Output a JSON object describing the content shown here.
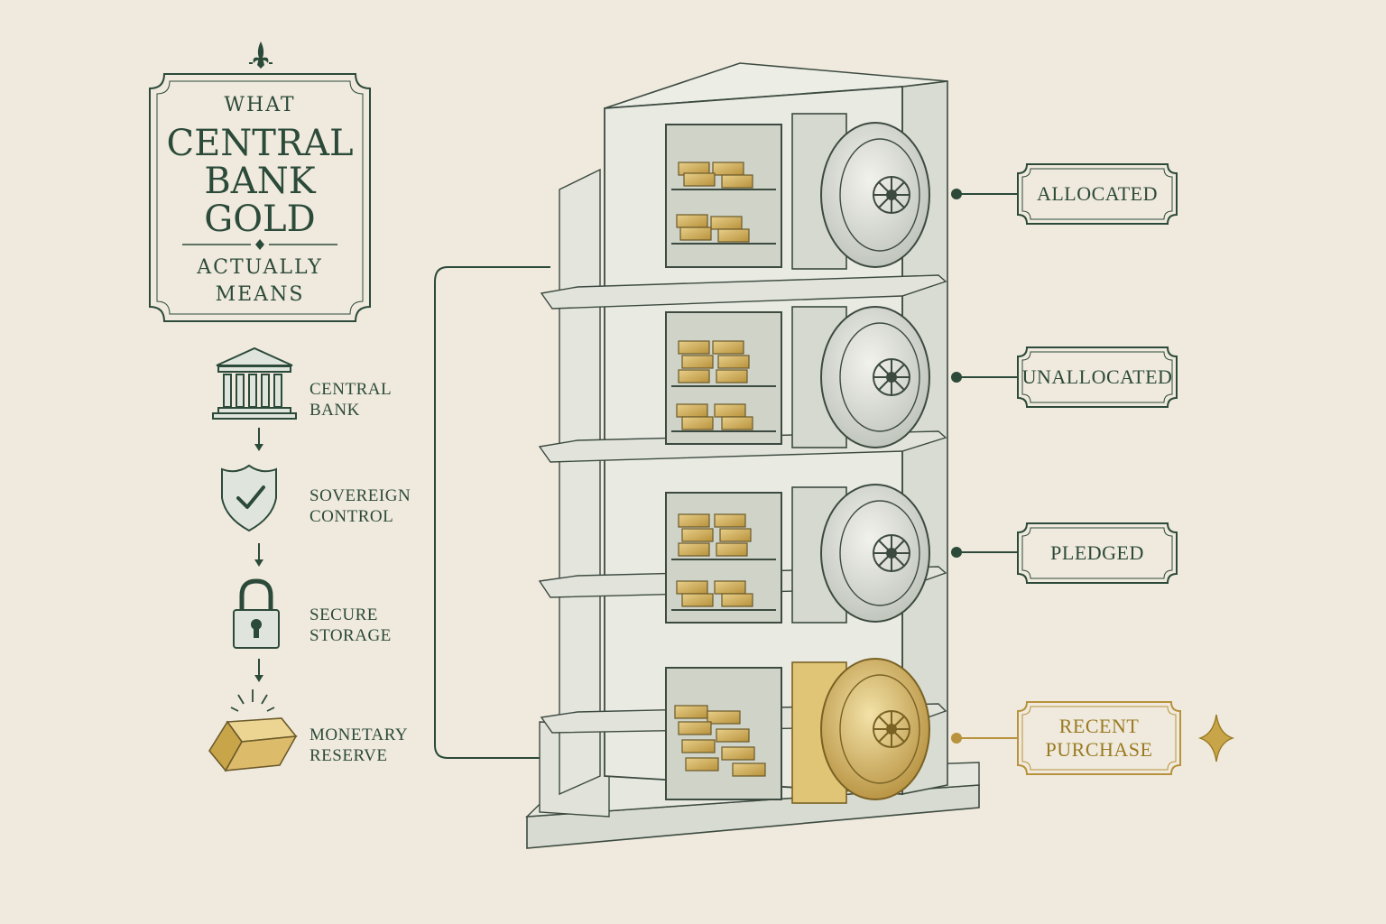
{
  "title": {
    "line1": "WHAT",
    "line2": "CENTRAL",
    "line3": "BANK",
    "line4": "GOLD",
    "line5": "ACTUALLY",
    "line6": "MEANS"
  },
  "flow": [
    {
      "icon": "bank-building-icon",
      "line1": "CENTRAL",
      "line2": "BANK"
    },
    {
      "icon": "shield-check-icon",
      "line1": "SOVEREIGN",
      "line2": "CONTROL"
    },
    {
      "icon": "padlock-icon",
      "line1": "SECURE",
      "line2": "STORAGE"
    },
    {
      "icon": "gold-bar-icon",
      "line1": "MONETARY",
      "line2": "RESERVE"
    }
  ],
  "categories": [
    {
      "label": "ALLOCATED"
    },
    {
      "label": "UNALLOCATED"
    },
    {
      "label": "PLEDGED"
    },
    {
      "label": "RECENT PURCHASE",
      "line1": "RECENT",
      "line2": "PURCHASE"
    }
  ],
  "colors": {
    "ink": "#2c4a3a",
    "gold": "#c9a54a",
    "gold_dark": "#9a7a22",
    "paper": "#efeadd"
  }
}
